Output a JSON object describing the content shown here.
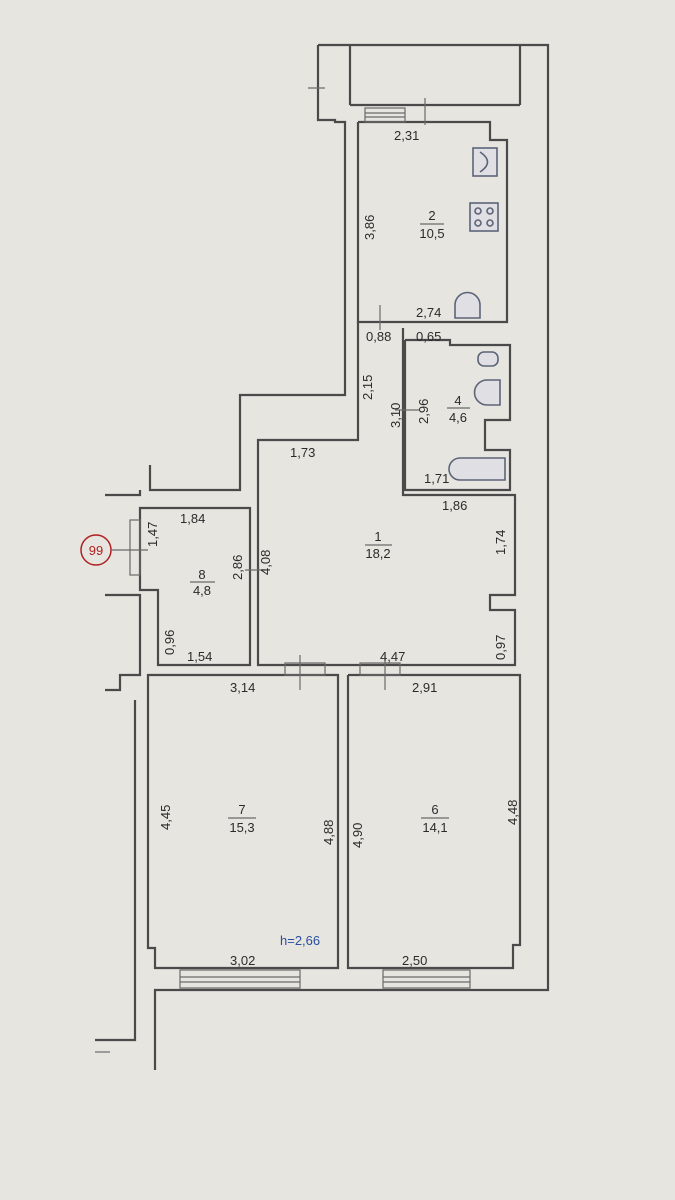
{
  "rooms": [
    {
      "number": "1",
      "area": "18,2"
    },
    {
      "number": "2",
      "area": "10,5"
    },
    {
      "number": "4",
      "area": "4,6"
    },
    {
      "number": "6",
      "area": "14,1"
    },
    {
      "number": "7",
      "area": "15,3"
    },
    {
      "number": "8",
      "area": "4,8"
    }
  ],
  "dimensions": {
    "kitchen_top": "2,31",
    "kitchen_left": "3,86",
    "kitchen_bottom": "2,74",
    "corr_088": "0,88",
    "bath_065": "0,65",
    "corr_215": "2,15",
    "bath_310": "3,10",
    "bath_296": "2,96",
    "bath_171": "1,71",
    "hall_173": "1,73",
    "hall_186": "1,86",
    "hall_174": "1,74",
    "hall_097": "0,97",
    "hall_447": "4,47",
    "hall_408": "4,08",
    "r8_184": "1,84",
    "r8_147": "1,47",
    "r8_286": "2,86",
    "r8_096": "0,96",
    "r8_154": "1,54",
    "r7_314": "3,14",
    "r7_445": "4,45",
    "r7_488": "4,88",
    "r7_302": "3,02",
    "r6_291": "2,91",
    "r6_490": "4,90",
    "r6_448": "4,48",
    "r6_250": "2,50"
  },
  "ceiling_height": "h=2,66",
  "entrance_badge": "99"
}
